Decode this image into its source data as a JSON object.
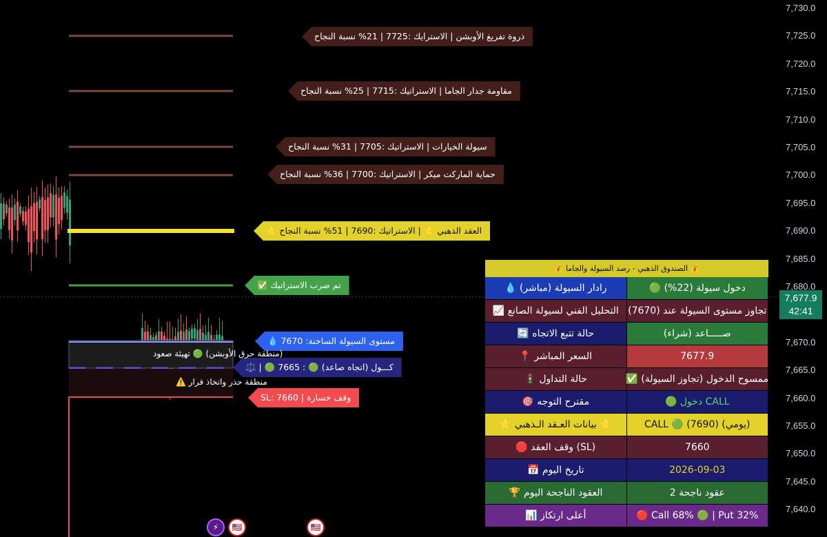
{
  "price_axis": {
    "ticks": [
      "7,730.0",
      "7,725.0",
      "7,720.0",
      "7,715.0",
      "7,710.0",
      "7,705.0",
      "7,700.0",
      "7,695.0",
      "7,690.0",
      "7,685.0",
      "7,680.0",
      "7,675.0",
      "7,670.0",
      "7,665.0",
      "7,660.0",
      "7,655.0",
      "7,650.0",
      "7,645.0",
      "7,640.0"
    ],
    "current_price": "7,677.9",
    "countdown": "42:41",
    "current_color": "#137d5e"
  },
  "levels": {
    "peak_option": "ذروة تفريغ الأوبشن | الاسترايك :7725 | 21% نسبة النجاح",
    "gamma_wall": "مقاومة جدار الجاما | الاستراتيك :7715 | 25% نسبة النجاح",
    "options_liquidity": "سيولة الخيارات | الاستراتيك :7705 | 31% نسبة النجاح",
    "market_maker": "حماية الماركت ميكر | الاستراتيك :7700 | 36% نسبة النجاح",
    "golden_contract": "العقد الذهبي 🌟 | الاستراتيك :7690 | 51% نسبة النجاح 🌟",
    "strike_hit": "تم ضرب الاستراتيك ✅",
    "hot_liquidity": "مستوى السيولة الساخنة: 7670 💧",
    "call_label": "كـــول (اتجاه صاعد) 🟢 : 7665 🟢 | ⚖️",
    "stop_loss": "وقف خسارة | SL: 7660",
    "zone_up": "(منطقة حرق الأوبشن) 🟢 تهيئة صعود",
    "zone_caution": "منطقة حذر واتخاذ قرار ⚠️"
  },
  "table": {
    "header": "💰 الصندوق الذهبي - رصد السيولة والجاما 💰",
    "rows": [
      {
        "label": "رادار السيولة (مباشر) 💧",
        "value": "دخول سيولة (22%) 🟢",
        "label_bg": "#1c3cb4",
        "value_bg": "#2a7a3a",
        "value_color": "#ffffff"
      },
      {
        "label": "التحليل الفني لسيولة الصانع 📈",
        "value": "تجاوز مستوى السيولة عند (7670)",
        "label_bg": "#5a1f2e",
        "value_bg": "#5a1f2e",
        "value_color": "#ffffff"
      },
      {
        "label": "حالة تتبع الاتجاه 🔄",
        "value": "صـــــاعد (شراء)",
        "label_bg": "#1b1c6e",
        "value_bg": "#2a7a3a",
        "value_color": "#ffffff"
      },
      {
        "label": "السعر المباشر 📍",
        "value": "7677.9",
        "label_bg": "#5a1f2e",
        "value_bg": "#b43a3e",
        "value_color": "#ffffff"
      },
      {
        "label": "حالة التداول 🚦",
        "value": "ممسوح الدخول (تجاوز السيولة) ✅",
        "label_bg": "#5a1f2e",
        "value_bg": "#5a1f2e",
        "value_color": "#ffffff"
      },
      {
        "label": "مقترح التوجه 🎯",
        "value": "CALL دخول 🟢",
        "label_bg": "#1b1c6e",
        "value_bg": "#1b1c6e",
        "value_color": "#5fd36a"
      },
      {
        "label": "🌟 بيانات العـقد الـذهبي 🌟",
        "value": "(يومي) (7690) 🟢 CALL",
        "label_bg": "#e3d22c",
        "value_bg": "#e3d22c",
        "value_color": "#111111",
        "label_color": "#111111"
      },
      {
        "label": "(SL) وقف العقد 🛑",
        "value": "7660",
        "label_bg": "#5a1f2e",
        "value_bg": "#5a1f2e",
        "value_color": "#ffffff"
      },
      {
        "label": "تاريخ اليوم 📅",
        "value": "2026-09-03",
        "label_bg": "#1b1c6e",
        "value_bg": "#1b1c6e",
        "value_color": "#e3d22c"
      },
      {
        "label": "العقود الناجحة اليوم 🏆",
        "value": "عقود ناجحة 2",
        "label_bg": "#2a6b34",
        "value_bg": "#2a6b34",
        "value_color": "#ffffff"
      },
      {
        "label": "أعلى ارتكاز 📊",
        "value": "Call 68% 🟢 | Put 32% 🔴",
        "label_bg": "#6a2a8a",
        "value_bg": "#6a2a8a",
        "value_color": "#ffffff"
      }
    ]
  },
  "bottom_icons": [
    "lightning-icon",
    "us-flag-icon",
    "us-flag-icon"
  ]
}
